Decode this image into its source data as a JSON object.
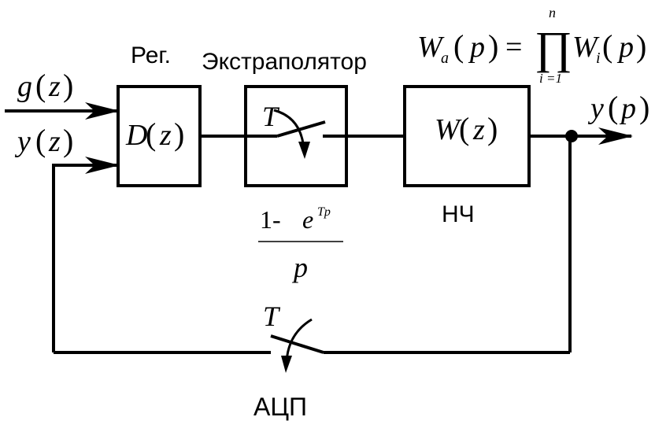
{
  "inputs": {
    "g_main": "g",
    "g_arg": "z",
    "y_main": "y",
    "y_arg": "z"
  },
  "regulator": {
    "label": "Рег.",
    "main": "D",
    "arg": "z"
  },
  "extrapolator": {
    "label": "Экстраполятор",
    "switch_symbol": "T",
    "formula_numerator_prefix": "1-",
    "formula_exp_base": "e",
    "formula_exp_power": "Tp",
    "formula_denominator": "p"
  },
  "plant": {
    "main": "W",
    "arg": "z",
    "label": "НЧ"
  },
  "output": {
    "main": "y",
    "arg": "p"
  },
  "formula": {
    "lhs_main": "W",
    "lhs_sub": "a",
    "lhs_arg": "p",
    "equals": "=",
    "product_sign": "∏",
    "upper_limit": "n",
    "lower_limit": "i =1",
    "rhs_main": "W",
    "rhs_sub": "i",
    "rhs_arg": "p"
  },
  "feedback": {
    "switch_symbol": "T",
    "label": "АЦП"
  }
}
